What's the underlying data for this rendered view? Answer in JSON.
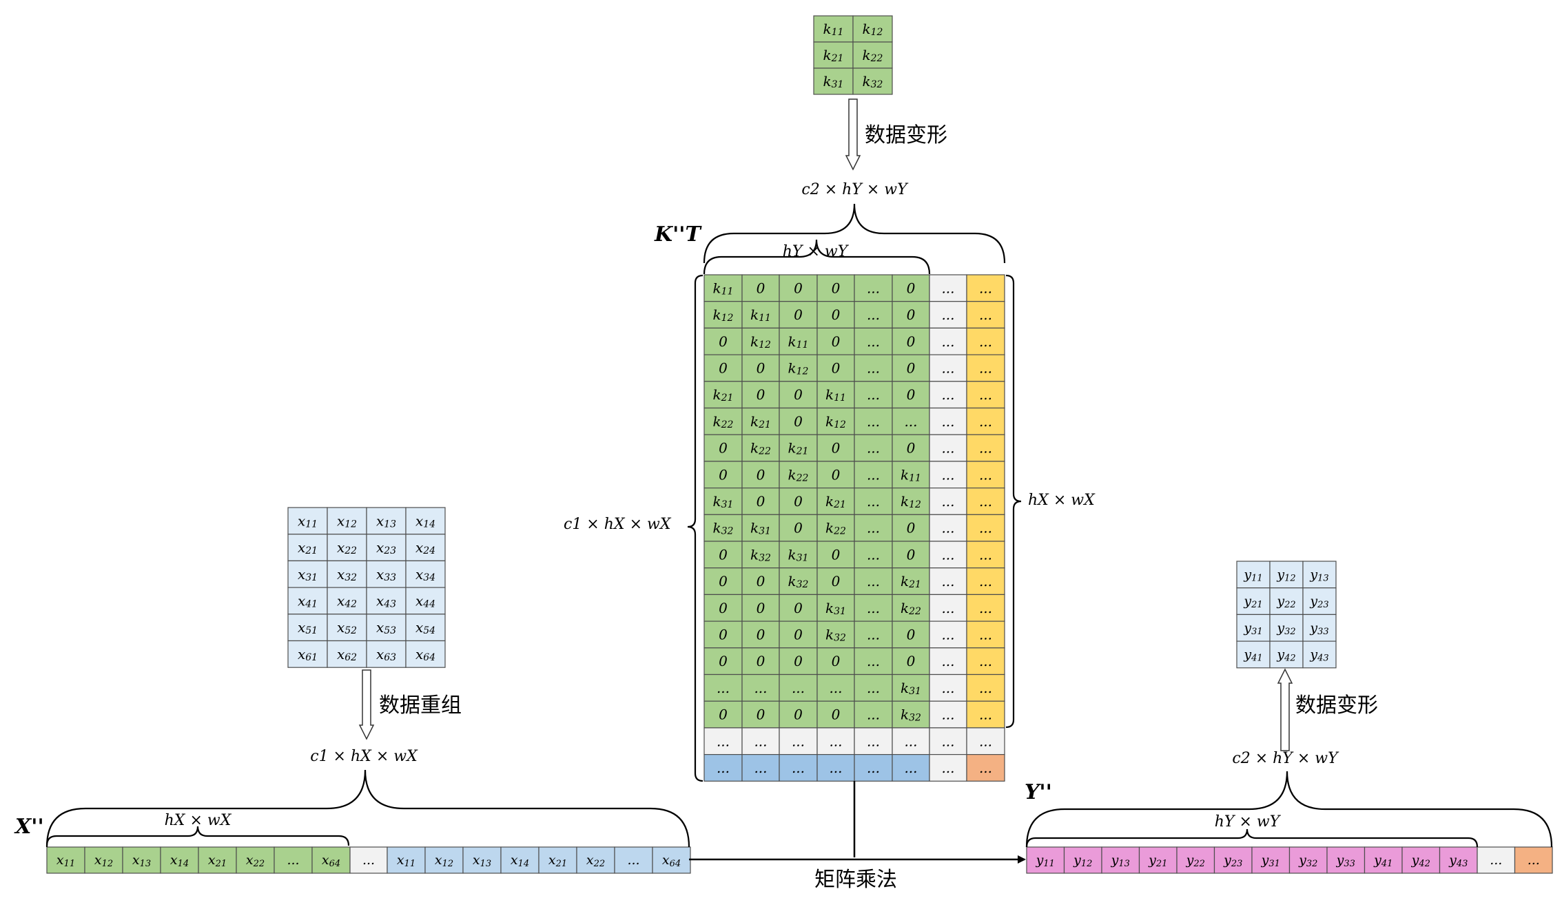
{
  "colors": {
    "green": "#a9d18e",
    "blue": "#bdd7ee",
    "lightblue": "#ddebf7",
    "gray": "#f2f2f2",
    "yellow": "#ffd966",
    "orange": "#f4b183",
    "pink": "#ea9bd9",
    "midblue": "#9dc3e6"
  },
  "kernel": {
    "cells": [
      [
        "k11",
        "k12"
      ],
      [
        "k21",
        "k22"
      ],
      [
        "k31",
        "k32"
      ]
    ],
    "arrow_label": "数据变形",
    "dim_label": "c2 × hY × wY"
  },
  "kmatrix": {
    "title": "K''T",
    "top_brace_label": "hY × wY",
    "left_brace_label": "c1 × hX × wX",
    "right_brace_label": "hX × wX",
    "rows": [
      [
        "k11",
        "0",
        "0",
        "0",
        "...",
        "0",
        "...",
        "..."
      ],
      [
        "k12",
        "k11",
        "0",
        "0",
        "...",
        "0",
        "...",
        "..."
      ],
      [
        "0",
        "k12",
        "k11",
        "0",
        "...",
        "0",
        "...",
        "..."
      ],
      [
        "0",
        "0",
        "k12",
        "0",
        "...",
        "0",
        "...",
        "..."
      ],
      [
        "k21",
        "0",
        "0",
        "k11",
        "...",
        "0",
        "...",
        "..."
      ],
      [
        "k22",
        "k21",
        "0",
        "k12",
        "...",
        "...",
        "...",
        "..."
      ],
      [
        "0",
        "k22",
        "k21",
        "0",
        "...",
        "0",
        "...",
        "..."
      ],
      [
        "0",
        "0",
        "k22",
        "0",
        "...",
        "k11",
        "...",
        "..."
      ],
      [
        "k31",
        "0",
        "0",
        "k21",
        "...",
        "k12",
        "...",
        "..."
      ],
      [
        "k32",
        "k31",
        "0",
        "k22",
        "...",
        "0",
        "...",
        "..."
      ],
      [
        "0",
        "k32",
        "k31",
        "0",
        "...",
        "0",
        "...",
        "..."
      ],
      [
        "0",
        "0",
        "k32",
        "0",
        "...",
        "k21",
        "...",
        "..."
      ],
      [
        "0",
        "0",
        "0",
        "k31",
        "...",
        "k22",
        "...",
        "..."
      ],
      [
        "0",
        "0",
        "0",
        "k32",
        "...",
        "0",
        "...",
        "..."
      ],
      [
        "0",
        "0",
        "0",
        "0",
        "...",
        "0",
        "...",
        "..."
      ],
      [
        "...",
        "...",
        "...",
        "...",
        "...",
        "k31",
        "...",
        "..."
      ],
      [
        "0",
        "0",
        "0",
        "0",
        "...",
        "k32",
        "...",
        "..."
      ],
      [
        "...",
        "...",
        "...",
        "...",
        "...",
        "...",
        "...",
        "..."
      ],
      [
        "...",
        "...",
        "...",
        "...",
        "...",
        "...",
        "...",
        "..."
      ]
    ]
  },
  "input": {
    "cells": [
      [
        "x11",
        "x12",
        "x13",
        "x14"
      ],
      [
        "x21",
        "x22",
        "x23",
        "x24"
      ],
      [
        "x31",
        "x32",
        "x33",
        "x34"
      ],
      [
        "x41",
        "x42",
        "x43",
        "x44"
      ],
      [
        "x51",
        "x52",
        "x53",
        "x54"
      ],
      [
        "x61",
        "x62",
        "x63",
        "x64"
      ]
    ],
    "arrow_label": "数据重组",
    "dim_label": "c1 × hX × wX"
  },
  "xrow": {
    "title": "X''",
    "inner_brace_label": "hX × wX",
    "cells": [
      "x11",
      "x12",
      "x13",
      "x14",
      "x21",
      "x22",
      "...",
      "x64",
      "...",
      "x11",
      "x12",
      "x13",
      "x14",
      "x21",
      "x22",
      "...",
      "x64"
    ]
  },
  "multiply_label": "矩阵乘法",
  "yrow": {
    "title": "Y''",
    "inner_brace_label": "hY × wY",
    "cells": [
      "y11",
      "y12",
      "y13",
      "y21",
      "y22",
      "y23",
      "y31",
      "y32",
      "y33",
      "y41",
      "y42",
      "y43",
      "...",
      "..."
    ]
  },
  "output": {
    "cells": [
      [
        "y11",
        "y12",
        "y13"
      ],
      [
        "y21",
        "y22",
        "y23"
      ],
      [
        "y31",
        "y32",
        "y33"
      ],
      [
        "y41",
        "y42",
        "y43"
      ]
    ],
    "arrow_label": "数据变形",
    "dim_label": "c2 × hY × wY"
  }
}
